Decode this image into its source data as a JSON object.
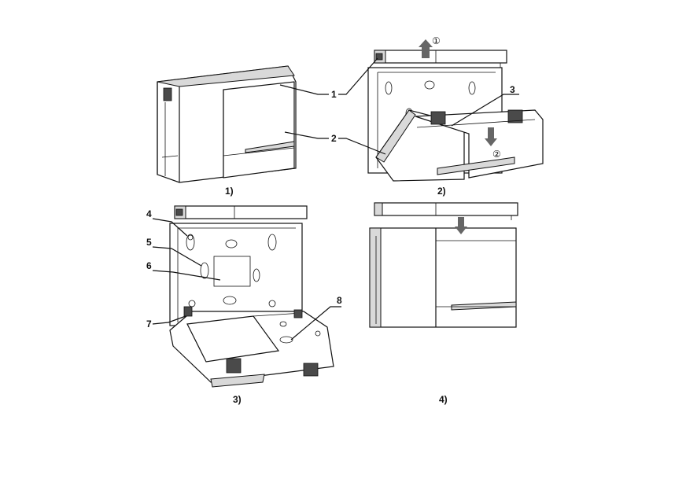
{
  "panels": [
    {
      "caption": "1)"
    },
    {
      "caption": "2)"
    },
    {
      "caption": "3)"
    },
    {
      "caption": "4)"
    }
  ],
  "callouts": [
    "1",
    "2",
    "3",
    "4",
    "5",
    "6",
    "7",
    "8"
  ],
  "steps": [
    "①",
    "②"
  ]
}
